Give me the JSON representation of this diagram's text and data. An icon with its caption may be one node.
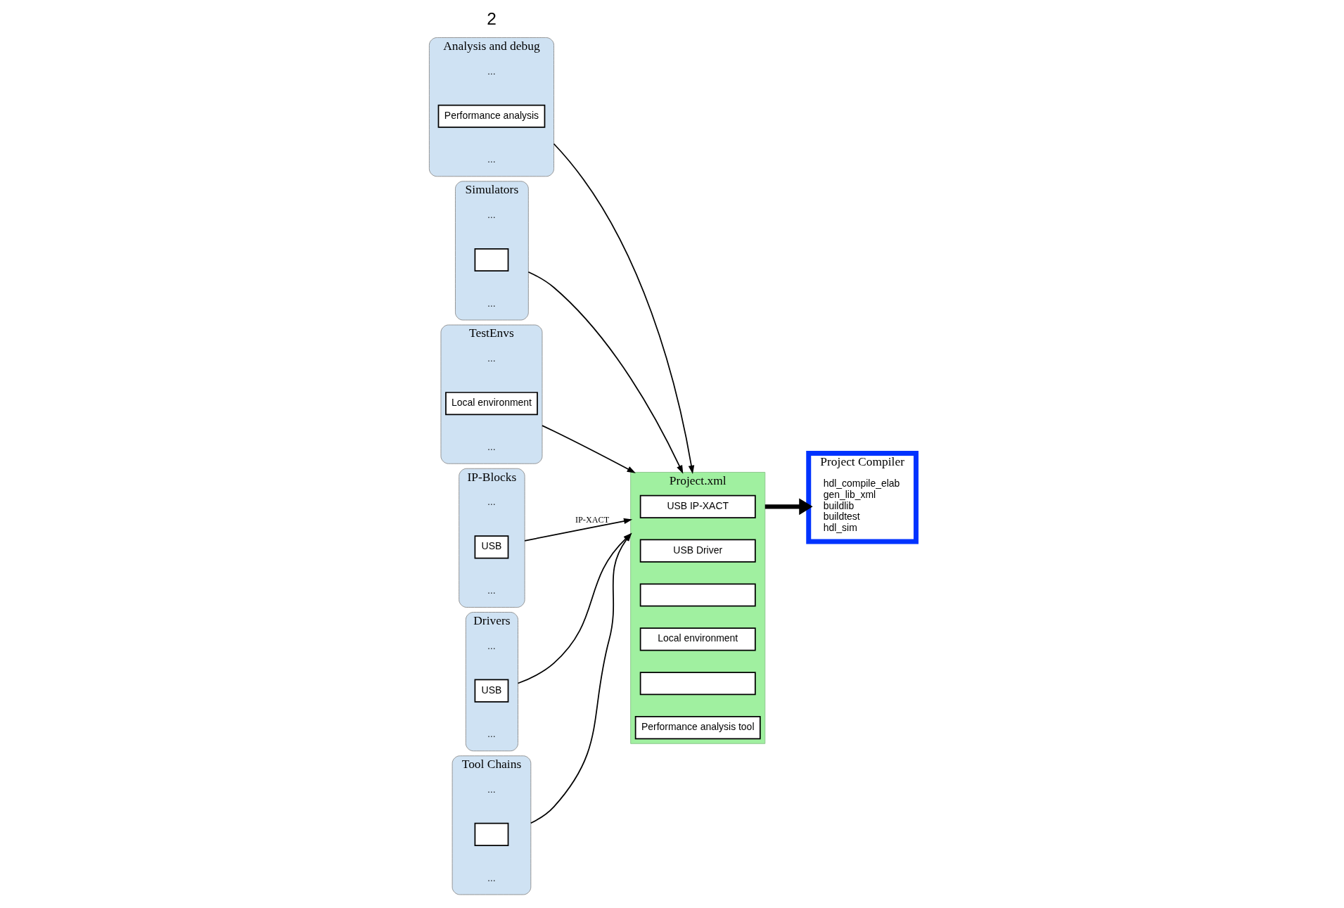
{
  "diagram": {
    "nodes": [
      {
        "text": [
          "Analysis and debug",
          "…",
          "…"
        ]
      },
      {
        "text": [
          "Performance analysis"
        ],
        "in": 0
      },
      {
        "text": [
          "Simulators",
          "…",
          "…"
        ]
      },
      {
        "text": [],
        "shape": "box",
        "in": 2
      },
      {
        "text": [
          "TestEnvs",
          "…",
          "…"
        ]
      },
      {
        "text": [
          "Local environment"
        ],
        "in": 4
      },
      {
        "text": [
          "IP-Blocks",
          "…",
          "…"
        ]
      },
      {
        "text": [
          "USB"
        ],
        "in": 6
      },
      {
        "text": [
          "Drivers",
          "…",
          "…"
        ]
      },
      {
        "text": [
          "USB"
        ],
        "in": 8
      },
      {
        "text": [
          "Tool Chains",
          "…",
          "…"
        ]
      },
      {
        "text": [],
        "shape": "box",
        "in": 10
      },
      {
        "text": [
          "Project.xml"
        ]
      },
      {
        "text": [
          "USB IP-XACT"
        ],
        "in": 12
      },
      {
        "text": [
          "USB Driver"
        ],
        "in": 12
      },
      {
        "text": [],
        "shape": "box",
        "in": 12
      },
      {
        "text": [
          "Local environment"
        ],
        "in": 12
      },
      {
        "text": [],
        "shape": "box",
        "in": 12
      },
      {
        "text": [
          "Performance analysis tool"
        ],
        "in": 12
      },
      {
        "text": [
          "Project Compiler"
        ]
      },
      {
        "text": [
          "hdl_compile_elab",
          "gen_lib_xml",
          "buildlib",
          "buildtest",
          "hdl_sim"
        ],
        "in": 19
      }
    ],
    "edges": [
      {
        "from": 0,
        "to": 12,
        "arrow": "to"
      },
      {
        "from": 2,
        "to": 12,
        "arrow": "to"
      },
      {
        "from": 4,
        "to": 12,
        "arrow": "to"
      },
      {
        "from": 6,
        "to": 12,
        "arrow": "to",
        "label": "IP-XACT"
      },
      {
        "from": 8,
        "to": 12,
        "arrow": "to"
      },
      {
        "from": 10,
        "to": 12,
        "arrow": "to"
      },
      {
        "from": 12,
        "to": 19,
        "arrow": "to",
        "style": "thick"
      }
    ],
    "labels": [
      "2"
    ]
  }
}
